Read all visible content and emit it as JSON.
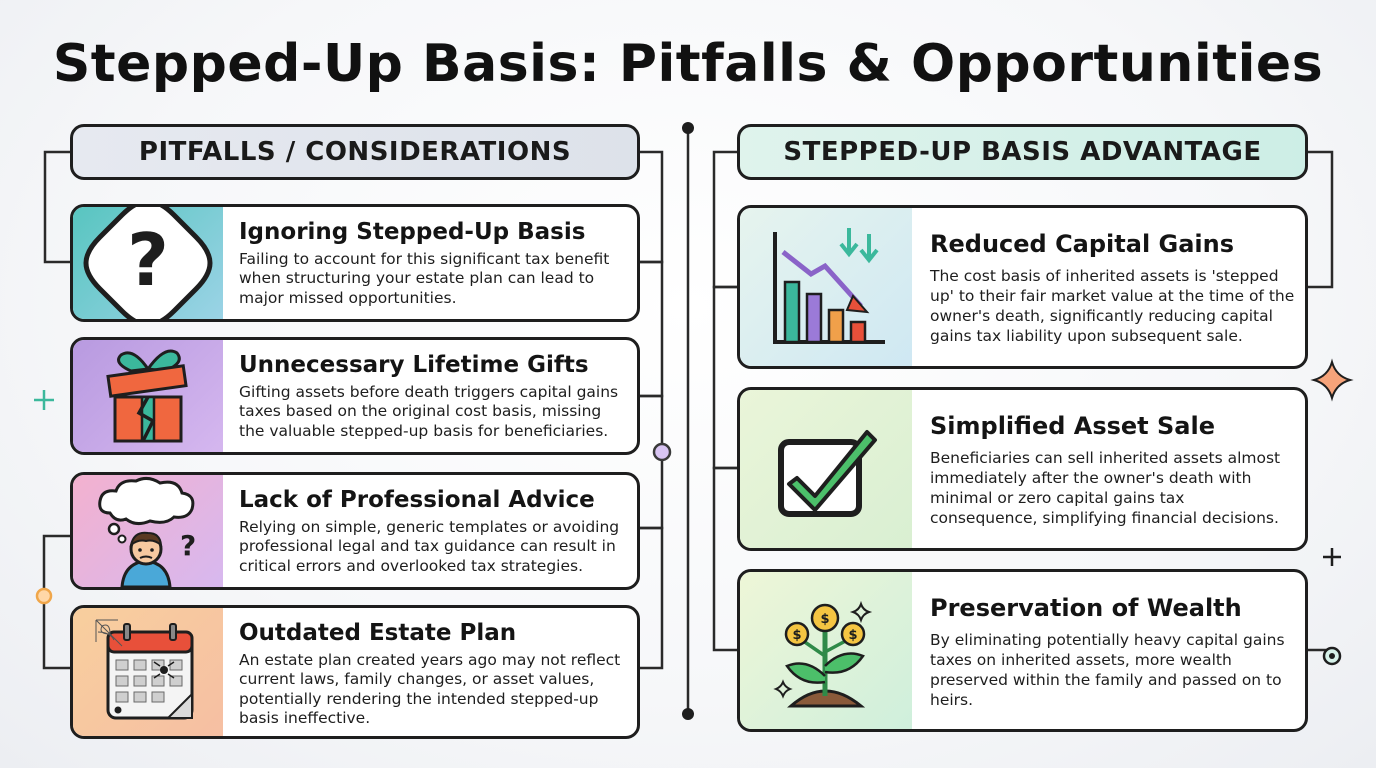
{
  "title": "Stepped-Up Basis: Pitfalls & Opportunities",
  "pitfalls": {
    "header": "PITFALLS / CONSIDERATIONS",
    "items": [
      {
        "title": "Ignoring Stepped-Up Basis",
        "text": "Failing to account for this significant tax benefit when structuring your estate plan can lead to major missed opportunities.",
        "icon": "question-icon"
      },
      {
        "title": "Unnecessary Lifetime Gifts",
        "text": "Gifting assets before death triggers capital gains taxes based on the original cost basis, missing the valuable stepped-up basis for beneficiaries.",
        "icon": "broken-gift-icon"
      },
      {
        "title": "Lack of Professional Advice",
        "text": "Relying on simple, generic templates or avoiding professional legal and tax guidance can result in critical errors and overlooked tax strategies.",
        "icon": "confused-person-icon"
      },
      {
        "title": "Outdated Estate Plan",
        "text": "An estate plan created years ago may not reflect current laws, family changes, or asset values, potentially rendering the intended stepped-up basis ineffective.",
        "icon": "dusty-calendar-icon"
      }
    ]
  },
  "advantages": {
    "header": "STEPPED-UP BASIS ADVANTAGE",
    "items": [
      {
        "title": "Reduced Capital Gains",
        "text": "The cost basis of inherited assets is 'stepped up' to their fair market value at the time of the owner's death, significantly reducing capital gains tax liability upon subsequent sale.",
        "icon": "declining-bar-chart-icon"
      },
      {
        "title": "Simplified Asset Sale",
        "text": "Beneficiaries can sell inherited assets almost immediately after the owner's death with minimal or zero capital gains tax consequence, simplifying financial decisions.",
        "icon": "checkbox-checked-icon"
      },
      {
        "title": "Preservation of Wealth",
        "text": "By eliminating potentially heavy capital gains taxes on inherited assets, more wealth preserved within the family and passed on to heirs.",
        "icon": "money-plant-icon"
      }
    ]
  },
  "colors": {
    "outline": "#1e1e1e",
    "teal": "#58c5c0",
    "purple": "#b89ae0",
    "pink": "#f3b1cf",
    "peach": "#f8cf9e",
    "green": "#4cbf6a",
    "red": "#e8503a"
  }
}
